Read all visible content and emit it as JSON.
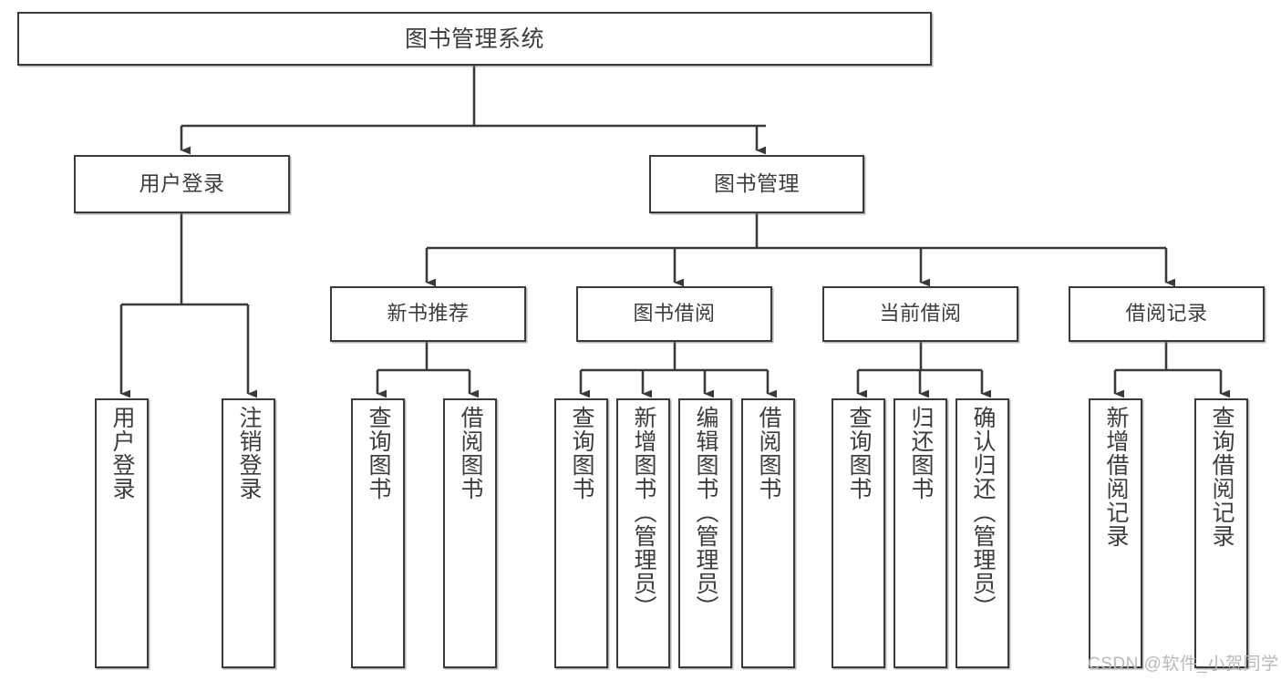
{
  "diagram": {
    "title": "图书管理系统",
    "type": "tree",
    "watermark": "CSDN @软件_小贺同学",
    "colors": {
      "stroke": "#3a3a3a",
      "text": "#3d3d3d",
      "background": "#ffffff",
      "watermark": "#b9b9b9"
    },
    "nodes": {
      "root": {
        "label": "图书管理系统"
      },
      "level1": [
        {
          "label": "用户登录"
        },
        {
          "label": "图书管理"
        }
      ],
      "level2": [
        {
          "label": "新书推荐"
        },
        {
          "label": "图书借阅"
        },
        {
          "label": "当前借阅"
        },
        {
          "label": "借阅记录"
        }
      ],
      "leaves": {
        "user_login": [
          {
            "label": "用户登录"
          },
          {
            "label": "注销登录"
          }
        ],
        "new_book_recommend": [
          {
            "label": "查询图书"
          },
          {
            "label": "借阅图书"
          }
        ],
        "book_borrow": [
          {
            "label": "查询图书"
          },
          {
            "label": "新增图书（管理员）"
          },
          {
            "label": "编辑图书（管理员）"
          },
          {
            "label": "借阅图书"
          }
        ],
        "current_borrow": [
          {
            "label": "查询图书"
          },
          {
            "label": "归还图书"
          },
          {
            "label": "确认归还（管理员）"
          }
        ],
        "borrow_record": [
          {
            "label": "新增借阅记录"
          },
          {
            "label": "查询借阅记录"
          }
        ]
      }
    },
    "edges": [
      {
        "from": "图书管理系统",
        "to": "用户登录"
      },
      {
        "from": "图书管理系统",
        "to": "图书管理"
      },
      {
        "from": "用户登录",
        "to": "用户登录"
      },
      {
        "from": "用户登录",
        "to": "注销登录"
      },
      {
        "from": "图书管理",
        "to": "新书推荐"
      },
      {
        "from": "图书管理",
        "to": "图书借阅"
      },
      {
        "from": "图书管理",
        "to": "当前借阅"
      },
      {
        "from": "图书管理",
        "to": "借阅记录"
      },
      {
        "from": "新书推荐",
        "to": "查询图书"
      },
      {
        "from": "新书推荐",
        "to": "借阅图书"
      },
      {
        "from": "图书借阅",
        "to": "查询图书"
      },
      {
        "from": "图书借阅",
        "to": "新增图书（管理员）"
      },
      {
        "from": "图书借阅",
        "to": "编辑图书（管理员）"
      },
      {
        "from": "图书借阅",
        "to": "借阅图书"
      },
      {
        "from": "当前借阅",
        "to": "查询图书"
      },
      {
        "from": "当前借阅",
        "to": "归还图书"
      },
      {
        "from": "当前借阅",
        "to": "确认归还（管理员）"
      },
      {
        "from": "借阅记录",
        "to": "新增借阅记录"
      },
      {
        "from": "借阅记录",
        "to": "查询借阅记录"
      }
    ]
  }
}
